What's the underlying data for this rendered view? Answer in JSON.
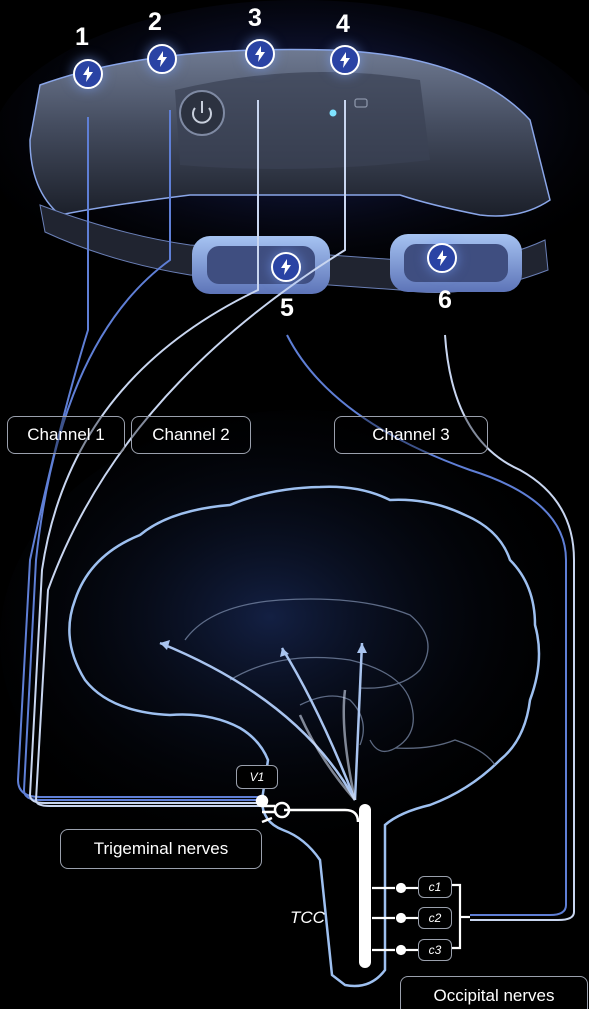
{
  "electrodes": [
    {
      "label": "1",
      "icon": "lightning-bolt-icon"
    },
    {
      "label": "2",
      "icon": "lightning-bolt-icon"
    },
    {
      "label": "3",
      "icon": "lightning-bolt-icon"
    },
    {
      "label": "4",
      "icon": "lightning-bolt-icon"
    },
    {
      "label": "5",
      "icon": "lightning-bolt-icon"
    },
    {
      "label": "6",
      "icon": "lightning-bolt-icon"
    }
  ],
  "channels": {
    "channel1": "Channel 1",
    "channel2": "Channel 2",
    "channel3": "Channel 3"
  },
  "brain": {
    "v1": "V1",
    "trigeminal": "Trigeminal nerves",
    "tcc": "TCC",
    "c1": "c1",
    "c2": "c2",
    "c3": "c3",
    "occipital": "Occipital nerves"
  },
  "colors": {
    "background": "#000000",
    "wire_blue": "#5f7fd6",
    "wire_white": "#ffffff",
    "brain_outline": "#9ec0f0",
    "electrode_badge": "#2a43a4"
  }
}
